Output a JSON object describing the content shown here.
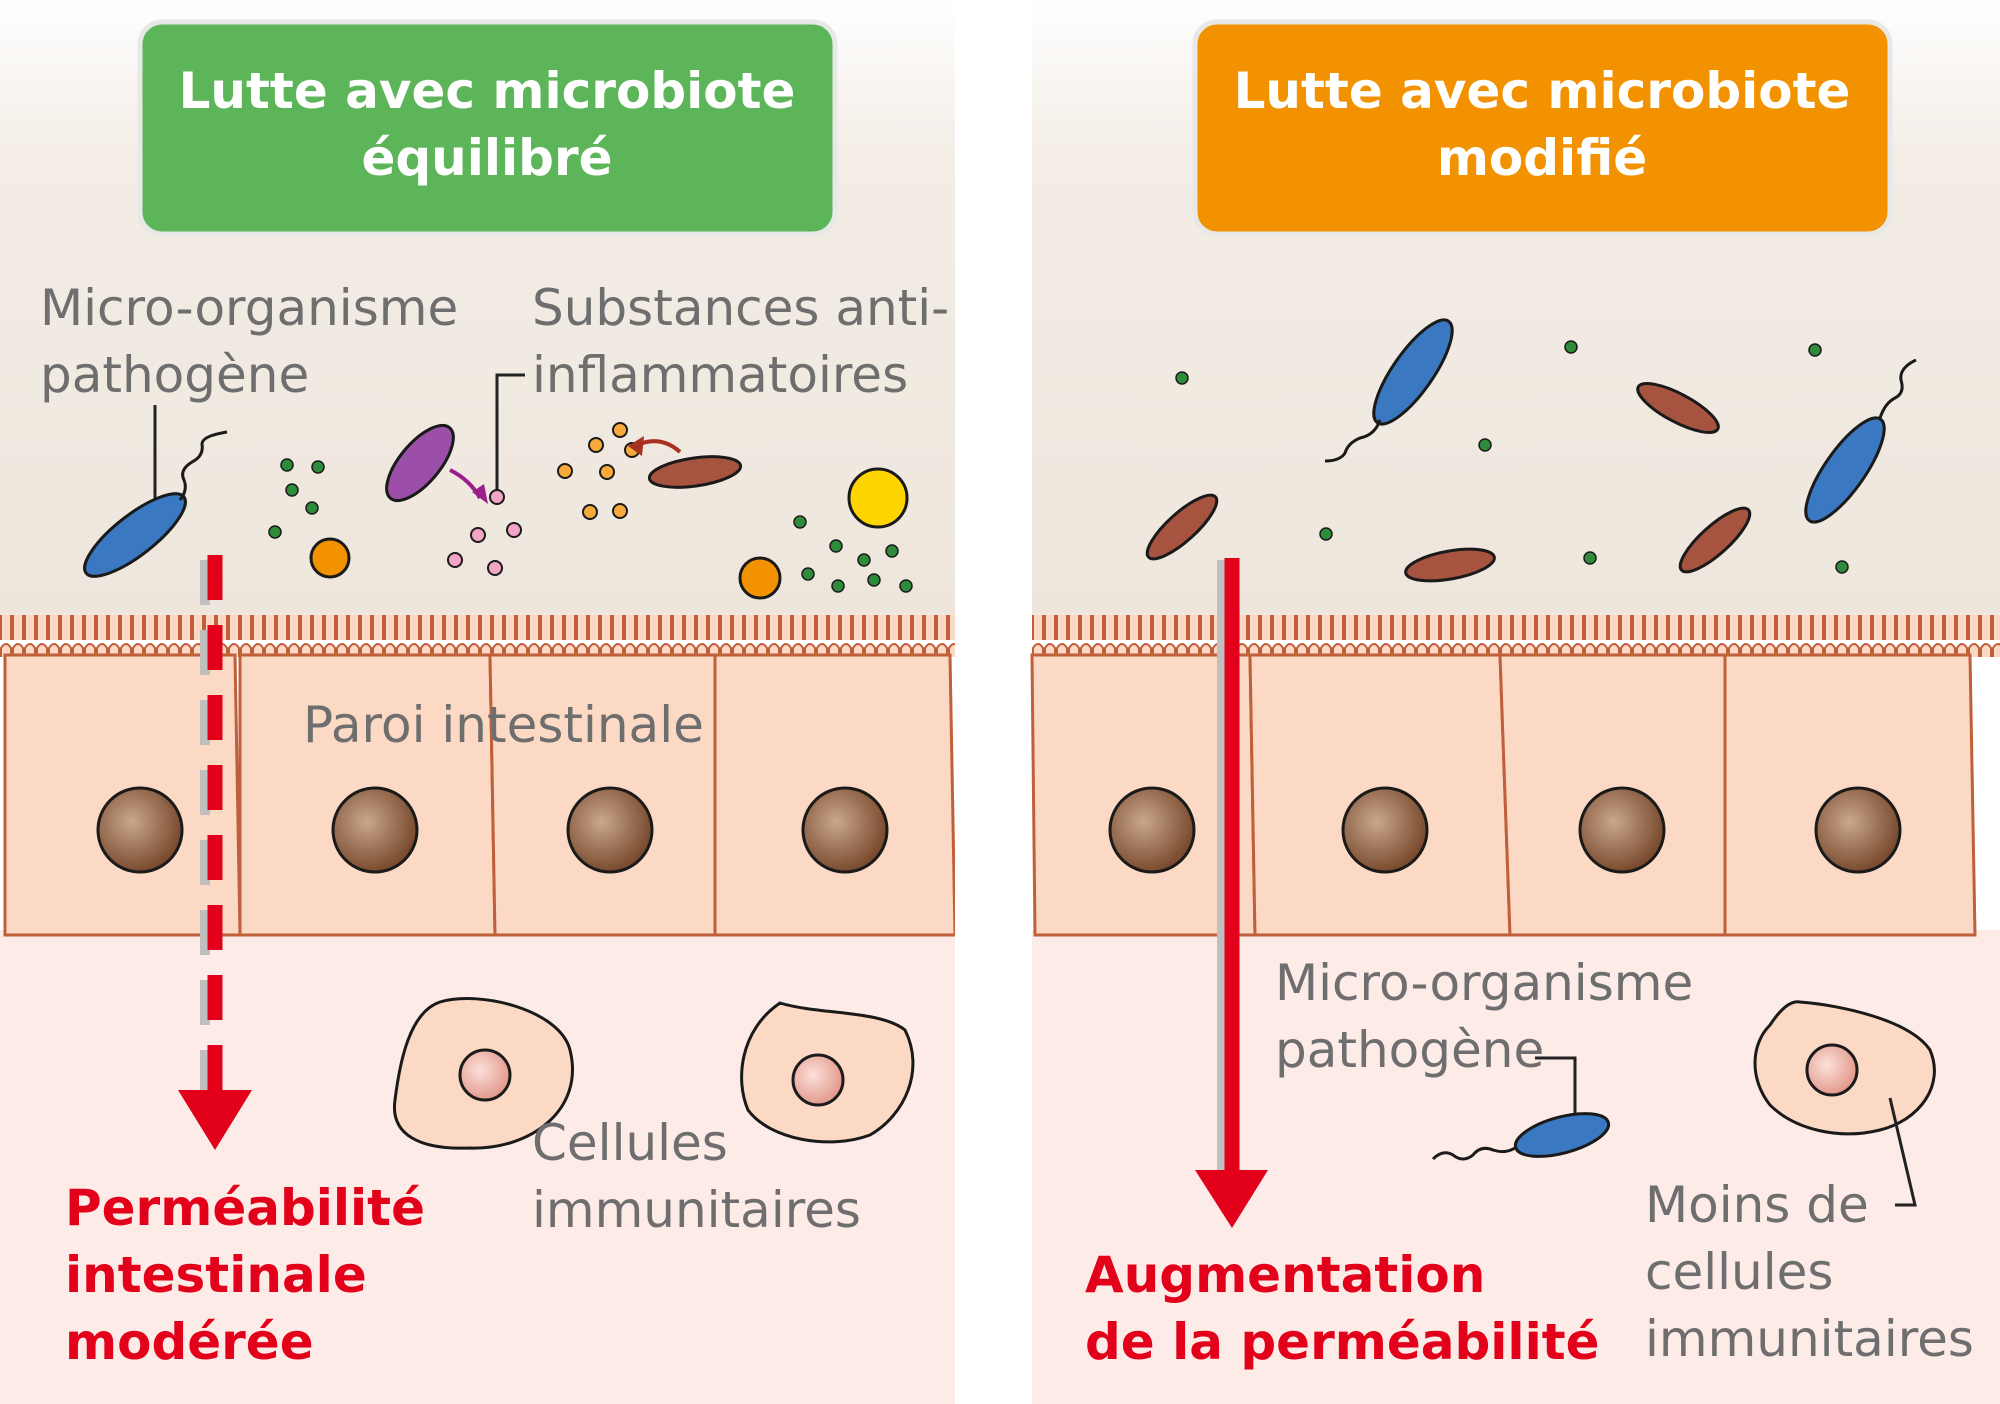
{
  "left_panel": {
    "title_line1": "Lutte avec microbiote",
    "title_line2": "équilibré",
    "title_color": "#5cb559",
    "label_pathogen_line1": "Micro-organisme",
    "label_pathogen_line2": "pathogène",
    "label_substances_line1": "Substances anti-",
    "label_substances_line2": "inflammatoires",
    "label_wall": "Paroi intestinale",
    "label_immune_line1": "Cellules",
    "label_immune_line2": "immunitaires",
    "result_line1": "Perméabilité",
    "result_line2": "intestinale",
    "result_line3": "modérée"
  },
  "right_panel": {
    "title_line1": "Lutte avec microbiote",
    "title_line2": "modifié",
    "title_color": "#f39200",
    "label_pathogen_line1": "Micro-organisme",
    "label_pathogen_line2": "pathogène",
    "label_immune_line1": "Moins de",
    "label_immune_line2": "cellules",
    "label_immune_line3": "immunitaires",
    "result_line1": "Augmentation",
    "result_line2": "de la perméabilité"
  },
  "colors": {
    "lumen": "#eee7de",
    "cell_fill": "#fbd9c4",
    "cell_stroke": "#c0603a",
    "tissue": "#fcebe6",
    "arrow": "#e2001a",
    "pathogen": "#3a78c1",
    "brown_bacteria": "#a65440",
    "purple_bacteria": "#9b4fa8",
    "green_dot": "#2e8b3a",
    "nucleus": "#8a5a3c"
  }
}
